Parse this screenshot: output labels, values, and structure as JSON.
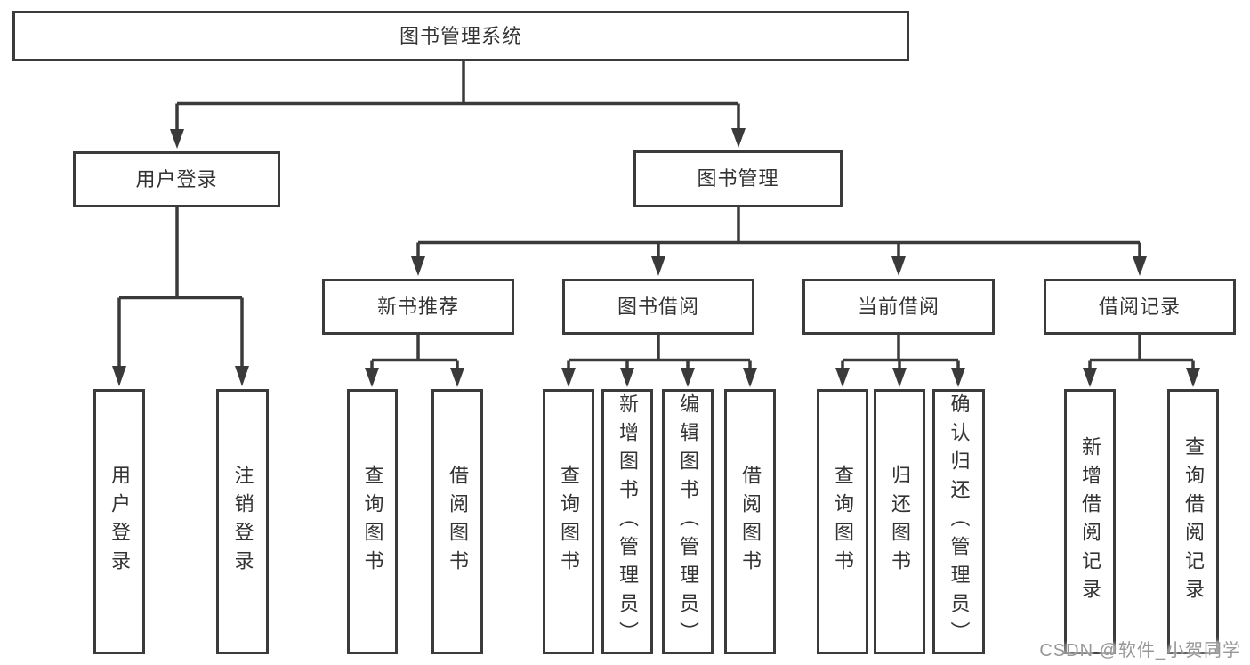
{
  "diagram": {
    "kind": "hierarchy-tree",
    "colors": {
      "background": "#ffffff",
      "line": "#3a3a3a",
      "box_border": "#3b3b3b",
      "text": "#333333",
      "watermark": "#979797"
    }
  },
  "tree": {
    "root": {
      "label": "图书管理系统"
    },
    "branches": [
      {
        "label": "用户登录",
        "children": [
          {
            "label": "用户登录"
          },
          {
            "label": "注销登录"
          }
        ]
      },
      {
        "label": "图书管理",
        "children": [
          {
            "label": "新书推荐",
            "children": [
              {
                "label": "查询图书"
              },
              {
                "label": "借阅图书"
              }
            ]
          },
          {
            "label": "图书借阅",
            "children": [
              {
                "label": "查询图书"
              },
              {
                "label": "新增图书（管理员）"
              },
              {
                "label": "编辑图书（管理员）"
              },
              {
                "label": "借阅图书"
              }
            ]
          },
          {
            "label": "当前借阅",
            "children": [
              {
                "label": "查询图书"
              },
              {
                "label": "归还图书"
              },
              {
                "label": "确认归还（管理员）"
              }
            ]
          },
          {
            "label": "借阅记录",
            "children": [
              {
                "label": "新增借阅记录"
              },
              {
                "label": "查询借阅记录"
              }
            ]
          }
        ]
      }
    ]
  },
  "watermark": {
    "text": "CSDN @软件_小贺同学"
  }
}
